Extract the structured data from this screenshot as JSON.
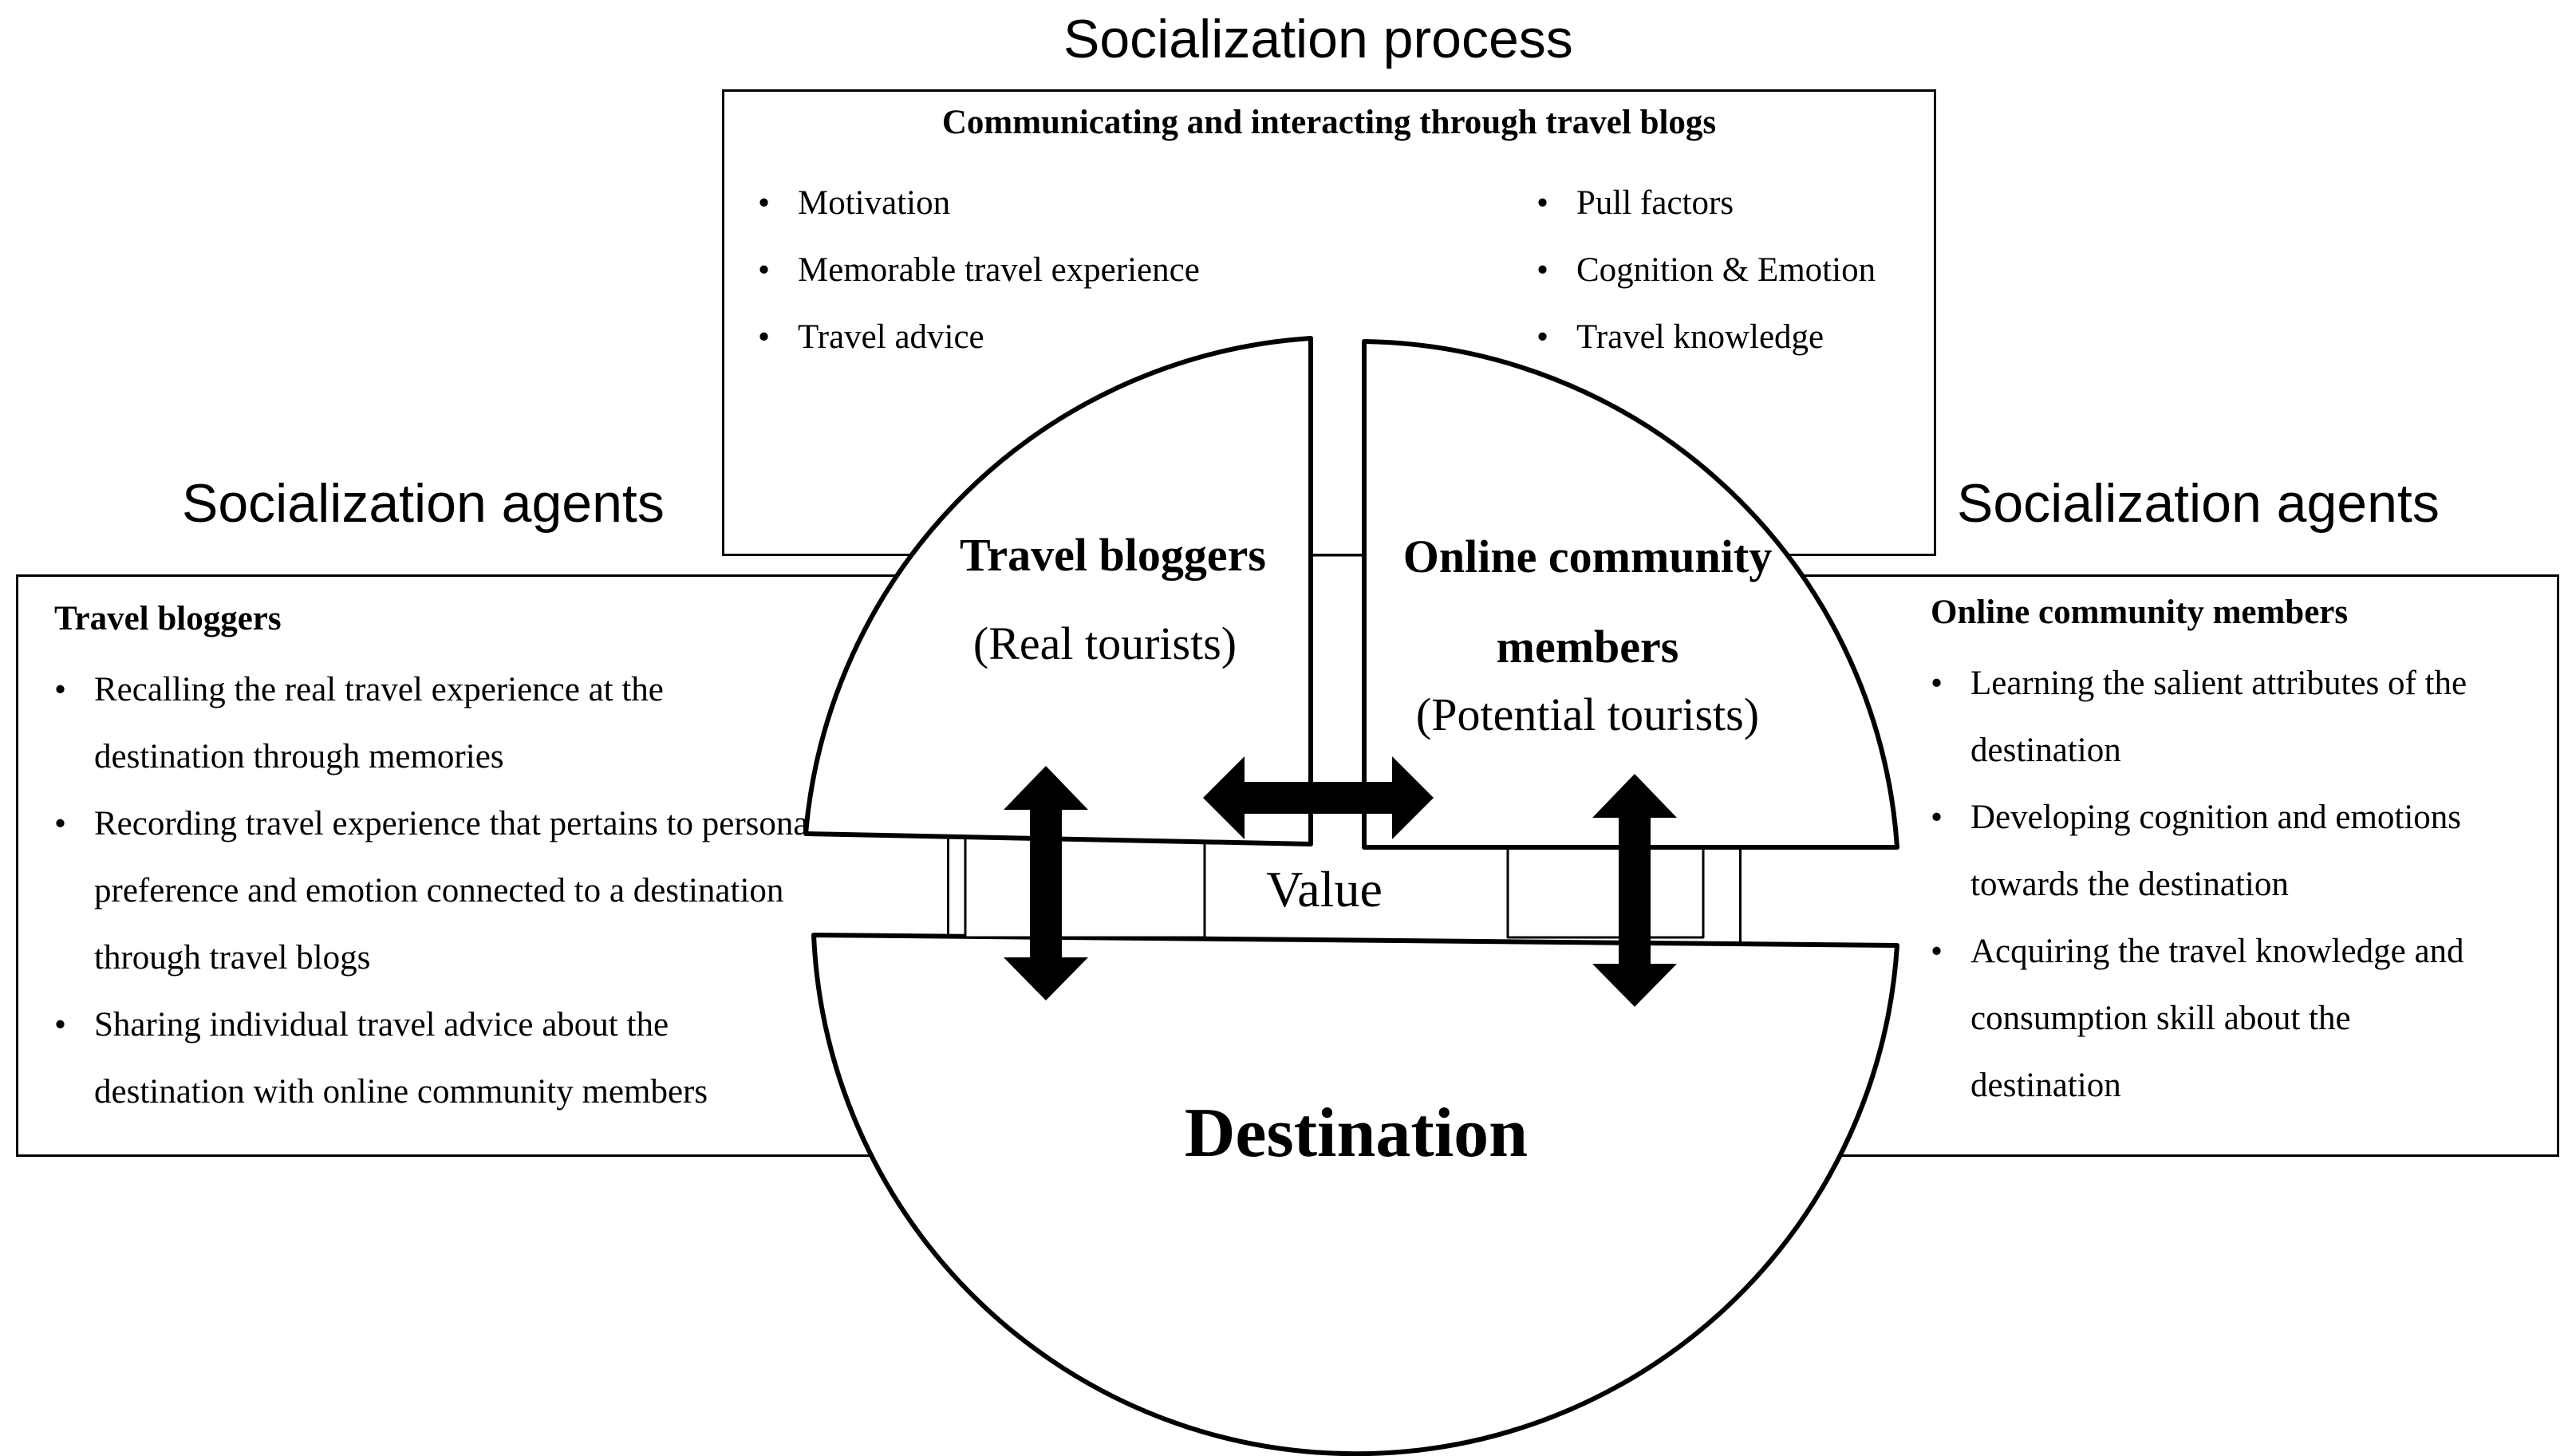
{
  "headings": {
    "process": "Socialization process",
    "agents_left": "Socialization agents",
    "agents_right": "Socialization agents"
  },
  "process_box": {
    "title": "Communicating and interacting through travel blogs",
    "left_items": [
      "Motivation",
      "Memorable travel experience",
      "Travel advice"
    ],
    "right_items": [
      "Pull factors",
      "Cognition & Emotion",
      "Travel knowledge"
    ]
  },
  "left_box": {
    "title": "Travel bloggers",
    "items": [
      "Recalling the real travel experience at the destination through memories",
      "Recording travel experience that pertains to personal preference and emotion connected to a destination through travel blogs",
      "Sharing individual travel advice about the destination with online community members"
    ]
  },
  "right_box": {
    "title": "Online community members",
    "items": [
      "Learning the salient attributes of the destination",
      "Developing cognition and emotions towards the destination",
      "Acquiring the travel knowledge and consumption skill about the destination"
    ]
  },
  "circle": {
    "bloggers_title": "Travel bloggers",
    "bloggers_sub": "(Real tourists)",
    "community_title_1": "Online community",
    "community_title_2": "members",
    "community_sub": "(Potential tourists)",
    "value": "Value",
    "destination": "Destination"
  }
}
